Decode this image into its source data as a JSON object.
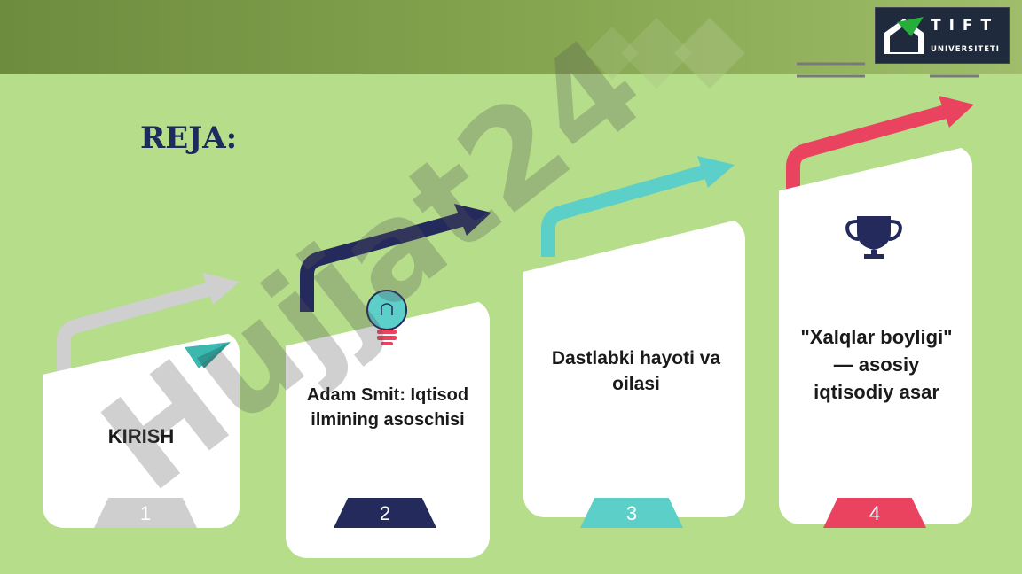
{
  "slide": {
    "title": "REJA:",
    "watermark": "Hujjat24",
    "logo": {
      "name": "TIFT",
      "subtitle": "UNIVERSITETI"
    }
  },
  "steps": [
    {
      "number": "1",
      "label": "KIRISH",
      "color": "#cfcfcf",
      "icon": "paper-plane-icon"
    },
    {
      "number": "2",
      "label": "Adam Smit: Iqtisod ilmining asoschisi",
      "color": "#242a5c",
      "icon": "lightbulb-icon"
    },
    {
      "number": "3",
      "label": "Dastlabki hayoti va oilasi",
      "color": "#5ccfc8",
      "icon": ""
    },
    {
      "number": "4",
      "label": "\"Xalqlar boyligi\" — asosiy iqtisodiy asar",
      "color": "#ea4360",
      "icon": "trophy-icon"
    }
  ]
}
